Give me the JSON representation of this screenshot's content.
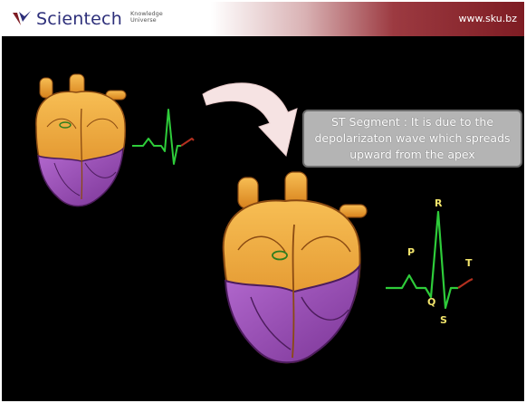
{
  "header": {
    "brand_name": "Scientech",
    "brand_tagline": "Knowledge Universe",
    "site_url": "www.sku.bz"
  },
  "callout": {
    "text": "ST Segment : It is due to the depolarizaton wave which spreads upward from the apex"
  },
  "ecg_labels": {
    "p": "P",
    "q": "Q",
    "r": "R",
    "s": "S",
    "t": "T"
  },
  "icons": [
    "scientech-logo-icon",
    "curved-arrow-icon",
    "heart-small-icon",
    "heart-large-icon"
  ],
  "colors": {
    "background": "#000000",
    "header_accent": "#7e1c23",
    "ecg_trace": "#2ecc3a",
    "ecg_highlight": "#b3301f",
    "heart_orange": "#f0a13a",
    "heart_purple": "#9a4fb3",
    "label_yellow": "#f1e36b",
    "callout_bg": "#b4b4b4"
  }
}
